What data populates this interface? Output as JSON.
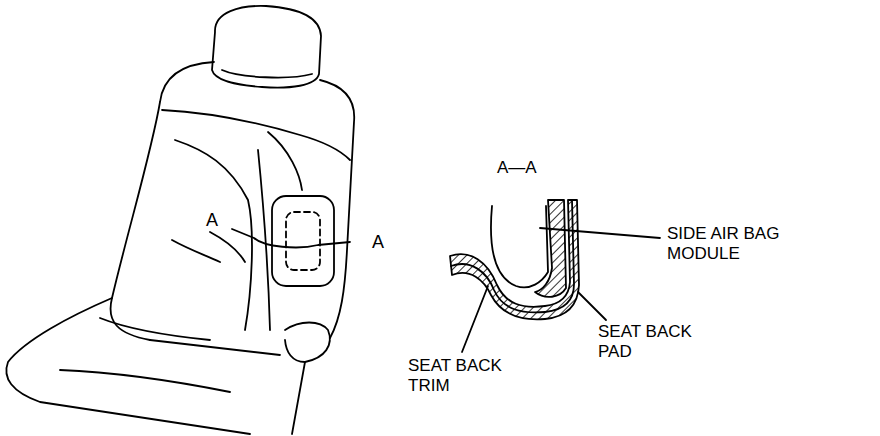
{
  "diagram": {
    "labels": [
      "A",
      "A",
      "A—A",
      "SIDE AIR BAG MODULE",
      "SEAT BACK PAD",
      "SEAT BACK TRIM"
    ]
  }
}
